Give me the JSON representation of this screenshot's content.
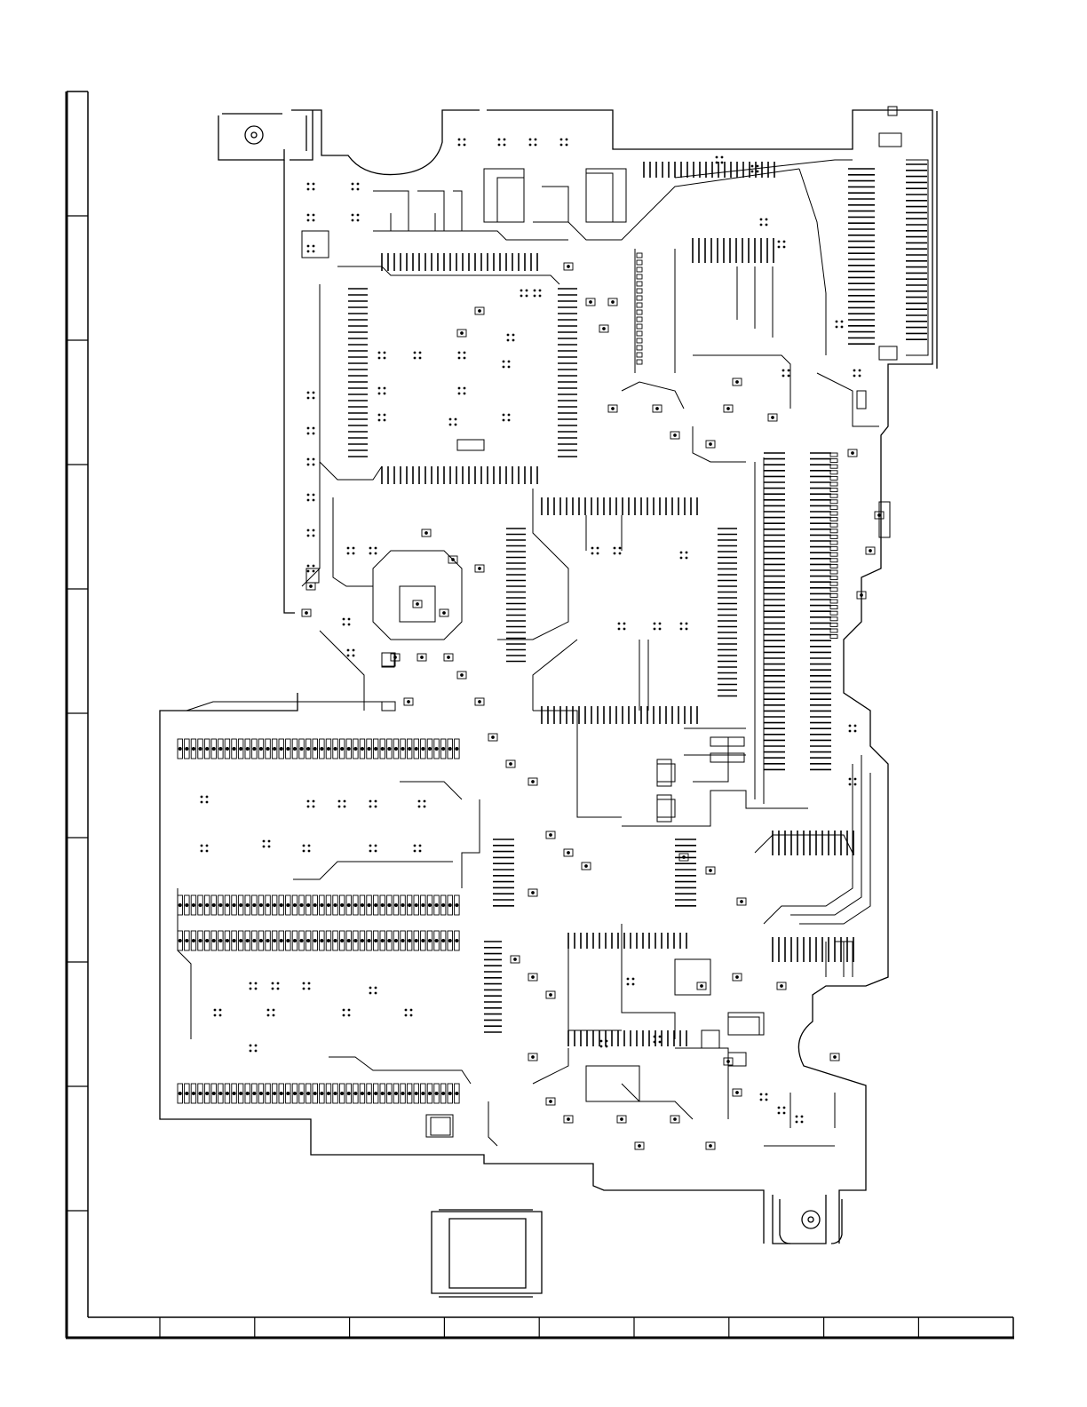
{
  "drawing": {
    "kind": "pcb-foil-pattern",
    "line_color": "#000000",
    "background_color": "#ffffff",
    "row_zone_count": 10,
    "column_zone_count": 9
  }
}
